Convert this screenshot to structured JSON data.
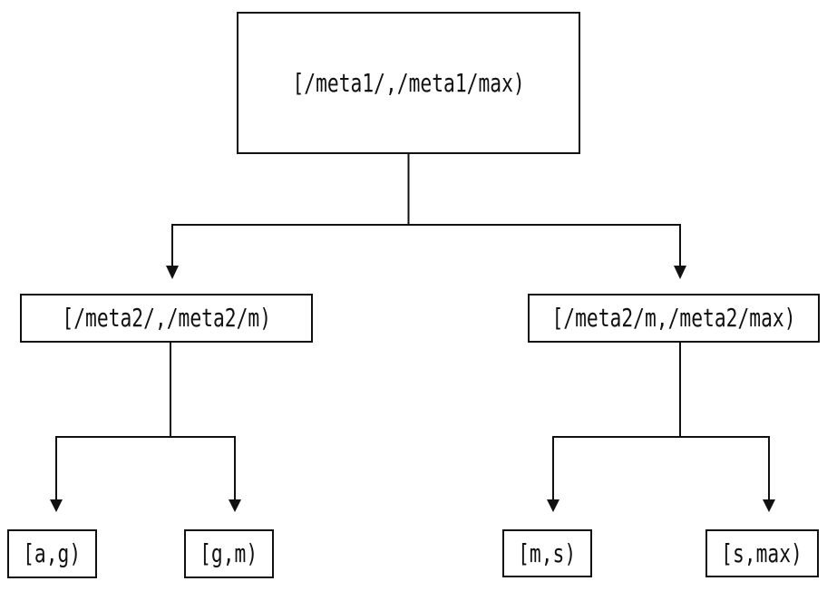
{
  "diagram": {
    "type": "tree",
    "background_color": "#ffffff",
    "line_color": "#111111",
    "box_border_color": "#111111",
    "text_color": "#111111",
    "nodes": {
      "root": {
        "label": "[/meta1/,/meta1/max)"
      },
      "meta2_left": {
        "label": "[/meta2/,/meta2/m)"
      },
      "meta2_right": {
        "label": "[/meta2/m,/meta2/max)"
      },
      "leaf_ag": {
        "label": "[a,g)"
      },
      "leaf_gm": {
        "label": "[g,m)"
      },
      "leaf_ms": {
        "label": "[m,s)"
      },
      "leaf_smax": {
        "label": "[s,max)"
      }
    },
    "edges": [
      {
        "from": "root",
        "to": "meta2_left"
      },
      {
        "from": "root",
        "to": "meta2_right"
      },
      {
        "from": "meta2_left",
        "to": "leaf_ag"
      },
      {
        "from": "meta2_left",
        "to": "leaf_gm"
      },
      {
        "from": "meta2_right",
        "to": "leaf_ms"
      },
      {
        "from": "meta2_right",
        "to": "leaf_smax"
      }
    ]
  }
}
